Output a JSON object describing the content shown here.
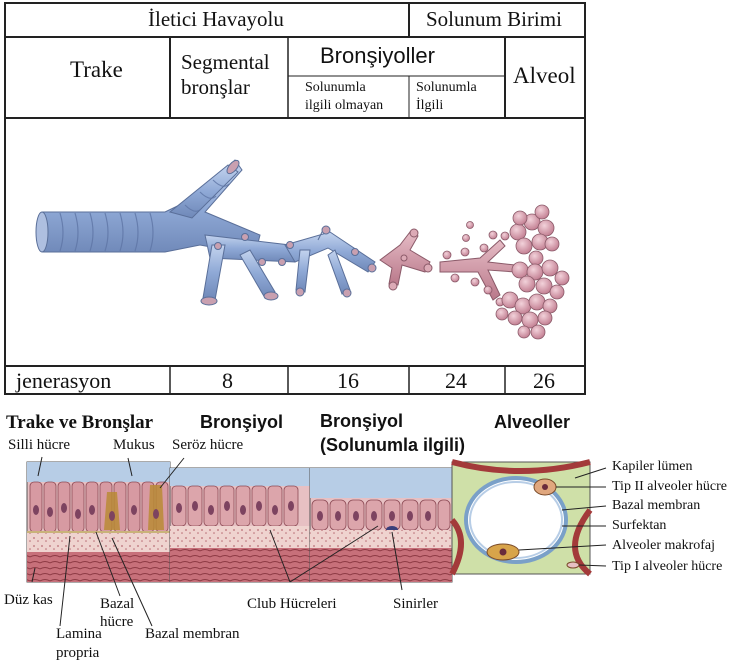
{
  "header": {
    "conducting_zone": "İletici Havayolu",
    "respiratory_unit": "Solunum Birimi"
  },
  "columns": {
    "trachea": "Trake",
    "segmental_line1": "Segmental",
    "segmental_line2": "bronşlar",
    "bronchioles": "Bronşiyoller",
    "nonrespiratory_line1": "Solunumla",
    "nonrespiratory_line2": "ilgili  olmayan",
    "respiratory_line1": "Solunumla",
    "respiratory_line2": "İlgili",
    "alveolus": "Alveol"
  },
  "generation_row": {
    "label": "jenerasyon",
    "values": [
      "8",
      "16",
      "24",
      "26"
    ]
  },
  "histology": {
    "titles": {
      "trachea_bronchi": "Trake ve Bronşlar",
      "bronchiole": "Bronşiyol",
      "resp_bronchiole_line1": "Bronşiyol",
      "resp_bronchiole_line2": "(Solunumla ilgili)",
      "alveoli": "Alveoller"
    },
    "labels": {
      "ciliated_cell": "Silli hücre",
      "mucus": "Mukus",
      "serous_cell": "Seröz hücre",
      "smooth_muscle": "Düz kas",
      "basal_cell_line1": "Bazal",
      "basal_cell_line2": "hücre",
      "lamina_line1": "Lamina",
      "lamina_line2": "propria",
      "basal_membrane": "Bazal membran",
      "club_cells": "Club Hücreleri",
      "nerves": "Sinirler",
      "capillary_lumen": "Kapiler lümen",
      "type2_cell": "Tip II alveoler hücre",
      "basal_membrane_right": "Bazal membran",
      "surfactant": "Surfektan",
      "alveolar_macrophage": "Alveoler makrofaj",
      "type1_cell": "Tip I alveoler hücre"
    }
  },
  "colors": {
    "airway_blue": "#8ea8d4",
    "airway_pink": "#c98a9a",
    "alveolus_pink": "#d59aaa",
    "epithelium": "#d7a3a8",
    "lamina": "#e9c9c6",
    "muscle": "#b0585e",
    "mucus": "#b7cde6",
    "alveolar_bg": "#cfe0a8"
  }
}
